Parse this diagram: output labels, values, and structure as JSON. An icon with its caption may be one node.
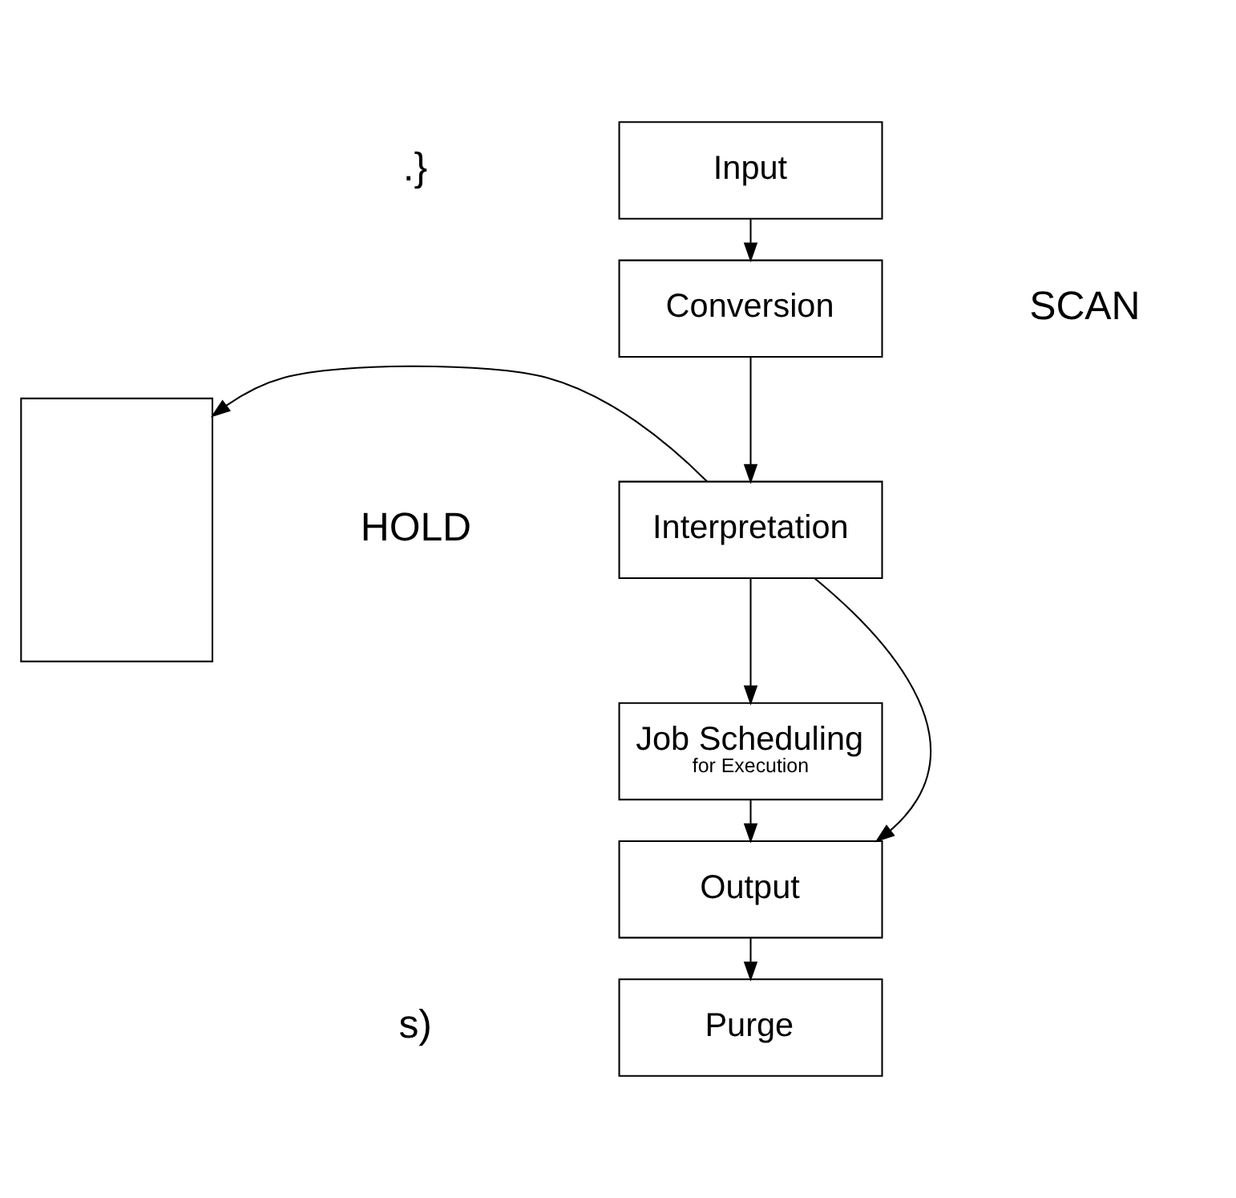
{
  "diagram": {
    "nodes": [
      {
        "text": [
          "Input"
        ]
      },
      {
        "text": [
          "Conversion"
        ]
      },
      {
        "text": [
          "Interpretation"
        ]
      },
      {
        "text": [
          "Job Scheduling",
          "for Execution"
        ]
      },
      {
        "text": [
          "Output"
        ]
      },
      {
        "text": [
          "Purge"
        ]
      },
      {
        "text": [],
        "shape": "box"
      }
    ],
    "edges": [
      {
        "from": 0,
        "to": 1,
        "arrow": "to"
      },
      {
        "from": 1,
        "to": 2,
        "arrow": "to"
      },
      {
        "from": 2,
        "to": 3,
        "arrow": "to"
      },
      {
        "from": 3,
        "to": 4,
        "arrow": "to"
      },
      {
        "from": 4,
        "to": 5,
        "arrow": "to"
      },
      {
        "from": 2,
        "to": 6,
        "arrow": "to"
      },
      {
        "from": 2,
        "to": 4,
        "arrow": "to"
      }
    ],
    "labels": [
      ".}",
      "HOLD",
      "SCAN",
      "s)"
    ]
  }
}
